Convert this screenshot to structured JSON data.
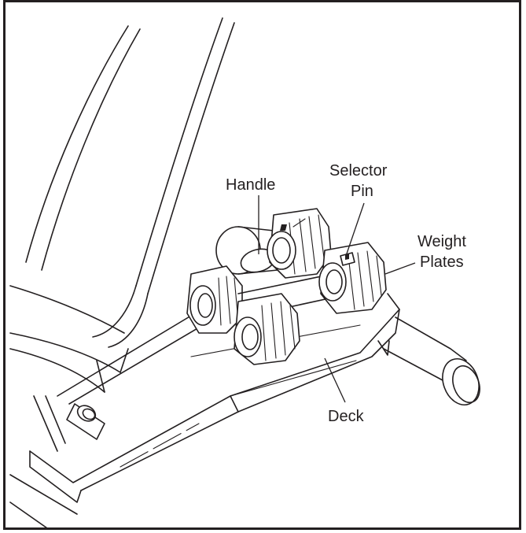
{
  "labels": {
    "handle": "Handle",
    "selector_pin_line1": "Selector",
    "selector_pin_line2": "Pin",
    "weight_plates_line1": "Weight",
    "weight_plates_line2": "Plates",
    "deck": "Deck"
  },
  "colors": {
    "line": "#231f20",
    "background": "#ffffff"
  }
}
